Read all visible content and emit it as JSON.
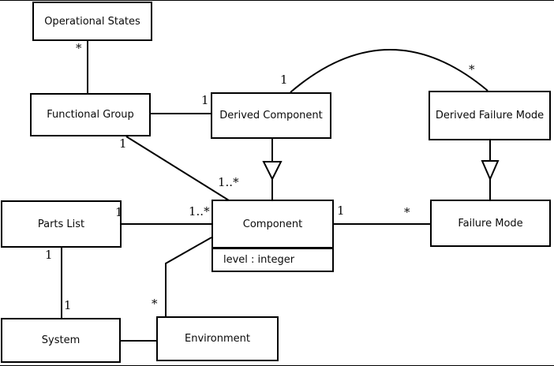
{
  "colors": {
    "stroke": "#000000",
    "background": "#ffffff",
    "text": "#0a0a0a"
  },
  "classes": {
    "operational_states": {
      "label": "Operational States"
    },
    "functional_group": {
      "label": "Functional Group"
    },
    "derived_component": {
      "label": "Derived Component"
    },
    "derived_failure_mode": {
      "label": "Derived Failure Mode"
    },
    "parts_list": {
      "label": "Parts List"
    },
    "component": {
      "label": "Component",
      "attribute": "level : integer"
    },
    "failure_mode": {
      "label": "Failure Mode"
    },
    "system": {
      "label": "System"
    },
    "environment": {
      "label": "Environment"
    }
  },
  "multiplicities": {
    "os_fg_star": "*",
    "fg_dc_one": "1",
    "dc_arc_one": "1",
    "dfm_arc_star": "*",
    "fg_comp_one": "1",
    "fg_comp_many": "1..*",
    "pl_comp_one": "1",
    "pl_comp_many": "1..*",
    "comp_fm_one": "1",
    "comp_fm_star": "*",
    "pl_sys_one_upper": "1",
    "pl_sys_one_lower": "1",
    "comp_env_star": "*"
  },
  "relationships": [
    {
      "from": "Operational States",
      "to": "Functional Group",
      "type": "association",
      "from_mult": "*"
    },
    {
      "from": "Functional Group",
      "to": "Derived Component",
      "type": "association",
      "to_mult": "1"
    },
    {
      "from": "Derived Component",
      "to": "Derived Failure Mode",
      "type": "association (arc)",
      "from_mult": "1",
      "to_mult": "*"
    },
    {
      "from": "Functional Group",
      "to": "Component",
      "type": "association",
      "from_mult": "1",
      "to_mult": "1..*"
    },
    {
      "from": "Derived Component",
      "to": "Component",
      "type": "generalization"
    },
    {
      "from": "Derived Failure Mode",
      "to": "Failure Mode",
      "type": "generalization"
    },
    {
      "from": "Parts List",
      "to": "Component",
      "type": "association",
      "from_mult": "1",
      "to_mult": "1..*"
    },
    {
      "from": "Component",
      "to": "Failure Mode",
      "type": "association",
      "from_mult": "1",
      "to_mult": "*"
    },
    {
      "from": "Parts List",
      "to": "System",
      "type": "association",
      "from_mult": "1",
      "to_mult": "1"
    },
    {
      "from": "Component",
      "to": "Environment",
      "type": "association",
      "to_mult": "*"
    },
    {
      "from": "System",
      "to": "Environment",
      "type": "association"
    }
  ]
}
